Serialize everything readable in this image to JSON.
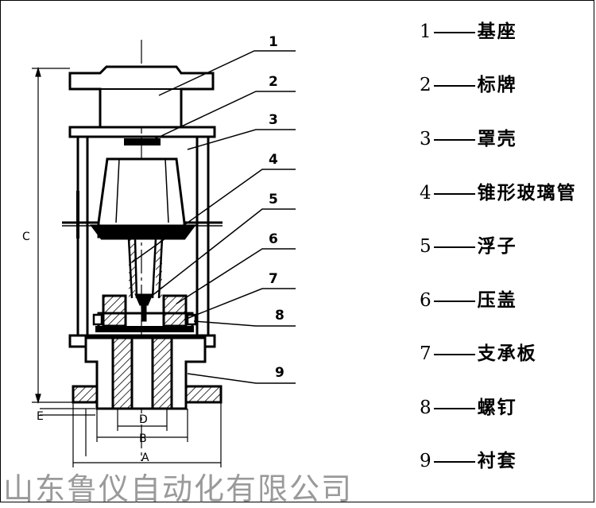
{
  "diagram": {
    "callouts": [
      "1",
      "2",
      "3",
      "4",
      "5",
      "6",
      "7",
      "8",
      "9"
    ],
    "dimensions": {
      "c": "C",
      "e": "E",
      "d": "D",
      "b": "B",
      "a": "A"
    }
  },
  "legend": {
    "items": [
      {
        "num": "1",
        "label": "基座"
      },
      {
        "num": "2",
        "label": "标牌"
      },
      {
        "num": "3",
        "label": "罩壳"
      },
      {
        "num": "4",
        "label": "锥形玻璃管"
      },
      {
        "num": "5",
        "label": "浮子"
      },
      {
        "num": "6",
        "label": "压盖"
      },
      {
        "num": "7",
        "label": "支承板"
      },
      {
        "num": "8",
        "label": "螺钉"
      },
      {
        "num": "9",
        "label": "衬套"
      }
    ]
  },
  "footer": {
    "text": "山东鲁仪自动化有限公司"
  }
}
